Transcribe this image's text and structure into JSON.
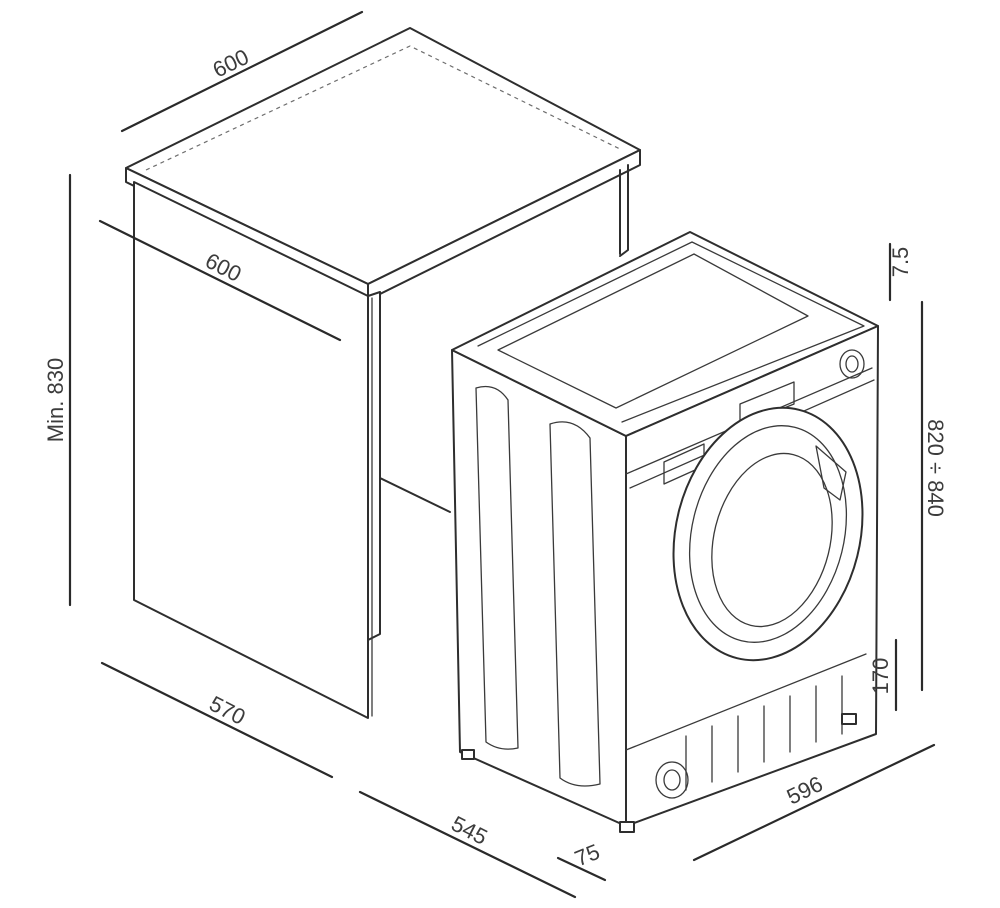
{
  "dimensions": {
    "cabinet_top_width": "600",
    "cabinet_depth": "600",
    "min_height": "Min. 830",
    "cabinet_base_depth": "570",
    "machine_depth": "545",
    "door_protrusion": "75",
    "machine_width": "596",
    "top_clearance": "7.5",
    "machine_height_range": "820 ÷ 840",
    "plinth_height": "170"
  },
  "colors": {
    "line": "#2e2e2e",
    "text": "#3c3c3c",
    "background": "#ffffff"
  }
}
